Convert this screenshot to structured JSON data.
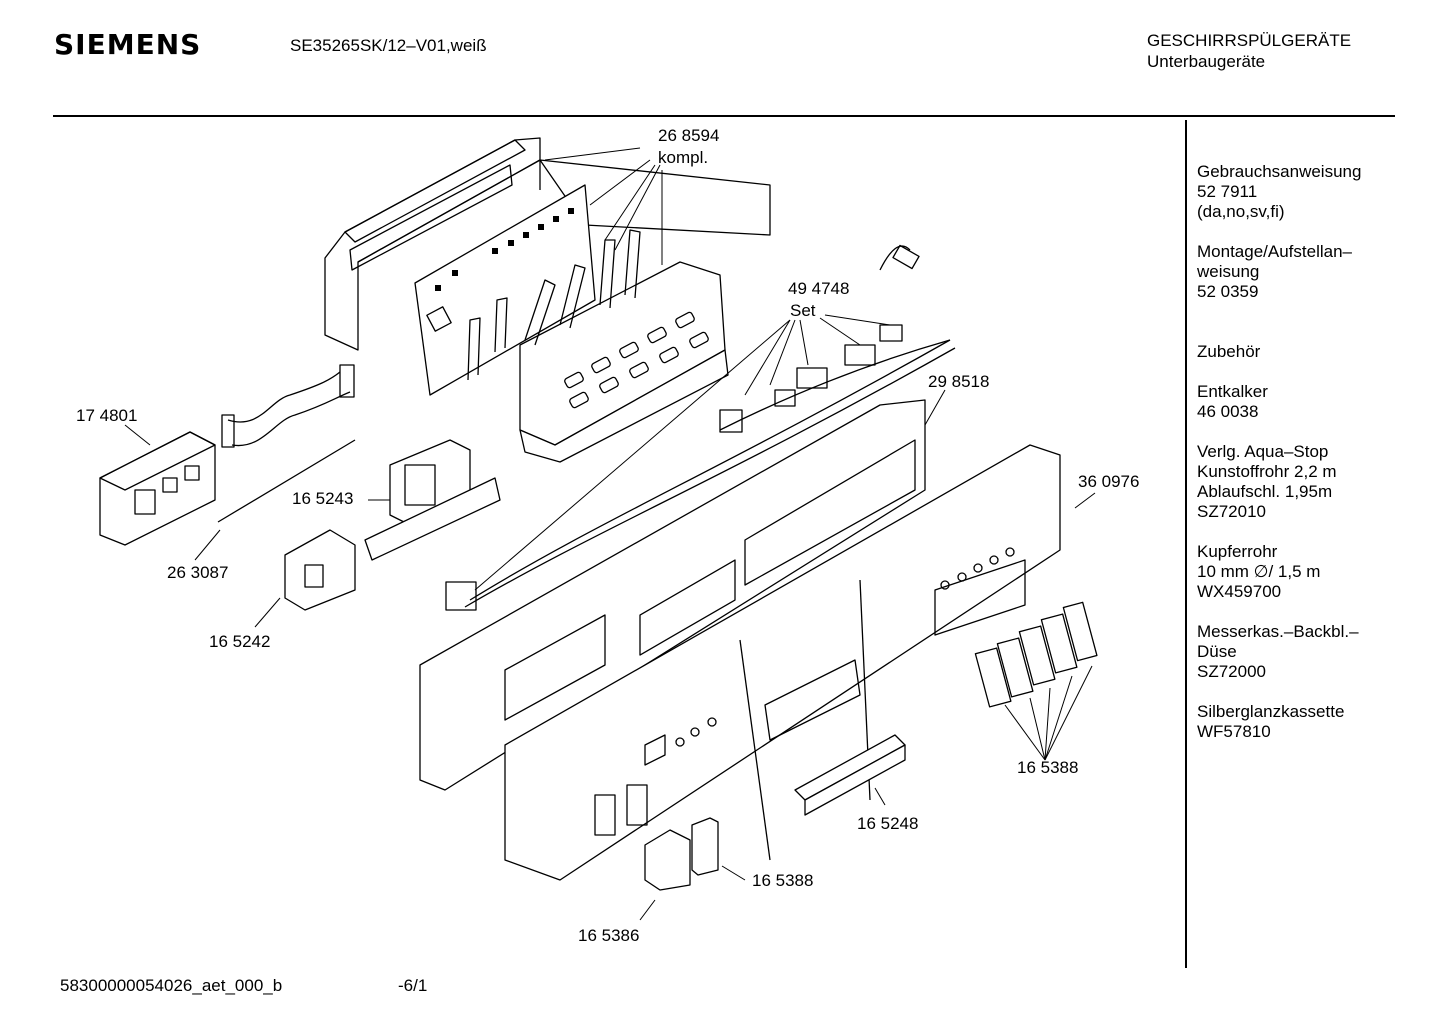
{
  "header": {
    "brand": "SIEMENS",
    "model": "SE35265SK/12–V01,weiß",
    "category_line1": "GESCHIRRSPÜLGERÄTE",
    "category_line2": "Unterbaugeräte"
  },
  "sidebar": {
    "items": [
      {
        "lines": [
          "Gebrauchsanweisung",
          "52 7911",
          "(da,no,sv,fi)"
        ]
      },
      {
        "lines": [
          "Montage/Aufstellan–",
          "weisung",
          "52 0359"
        ]
      },
      {
        "lines": [
          "Zubehör"
        ]
      },
      {
        "lines": [
          "Entkalker",
          "46 0038"
        ]
      },
      {
        "lines": [
          "Verlg. Aqua–Stop",
          "Kunstoffrohr 2,2 m",
          "Ablaufschl. 1,95m",
          "SZ72010"
        ]
      },
      {
        "lines": [
          "Kupferrohr",
          "10 mm ∅/ 1,5 m",
          "WX459700"
        ]
      },
      {
        "lines": [
          "Messerkas.–Backbl.–",
          "Düse",
          "SZ72000"
        ]
      },
      {
        "lines": [
          "Silberglanzkassette",
          "WF57810"
        ]
      }
    ]
  },
  "parts": {
    "p268594": "26 8594",
    "p268594_note": "kompl.",
    "p494748": "49 4748",
    "p494748_note": "Set",
    "p298518": "29 8518",
    "p174801": "17 4801",
    "p165243": "16 5243",
    "p263087": "26 3087",
    "p165242": "16 5242",
    "p360976": "36 0976",
    "p165388a": "16 5388",
    "p165248": "16 5248",
    "p165388b": "16 5388",
    "p165386": "16 5386"
  },
  "footer": {
    "doc_id": "58300000054026_aet_000_b",
    "page": "-6/1"
  }
}
